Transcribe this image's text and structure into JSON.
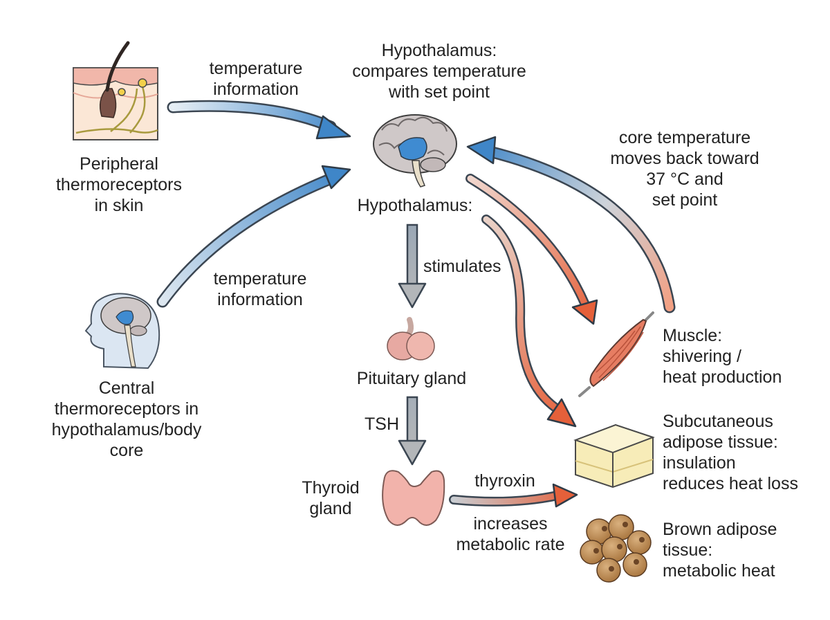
{
  "nodes": {
    "hypothalamus_top": {
      "lines": [
        "Hypothalamus:",
        "compares temperature",
        "with set point"
      ]
    },
    "hypothalamus_bottom": {
      "lines": [
        "Hypothalamus:"
      ]
    },
    "peripheral": {
      "lines": [
        "Peripheral",
        "thermoreceptors",
        "in skin"
      ]
    },
    "central": {
      "lines": [
        "Central",
        "thermoreceptors in",
        "hypothalamus/body",
        "core"
      ]
    },
    "pituitary": {
      "lines": [
        "Pituitary gland"
      ]
    },
    "thyroid": {
      "lines": [
        "Thyroid",
        "gland"
      ]
    },
    "muscle": {
      "lines": [
        "Muscle:",
        "shivering /",
        "heat production"
      ]
    },
    "subcutaneous": {
      "lines": [
        "Subcutaneous",
        "adipose tissue:",
        "insulation",
        "reduces heat loss"
      ]
    },
    "brown": {
      "lines": [
        "Brown adipose",
        "tissue:",
        "metabolic heat"
      ]
    }
  },
  "edges": {
    "skin_to_hypo": {
      "lines": [
        "temperature",
        "information"
      ]
    },
    "core_to_hypo": {
      "lines": [
        "temperature",
        "information"
      ]
    },
    "hypo_to_pituitary": {
      "lines": [
        "stimulates"
      ]
    },
    "pituitary_to_thyroid": {
      "lines": [
        "TSH"
      ]
    },
    "thyroid_to_tissue_top": {
      "lines": [
        "thyroxin"
      ]
    },
    "thyroid_to_tissue_bottom": {
      "lines": [
        "increases",
        "metabolic rate"
      ]
    },
    "feedback": {
      "lines": [
        "core temperature",
        "moves back toward",
        "37 °C and",
        "set point"
      ]
    }
  },
  "colors": {
    "input_arrow": "#3f86c8",
    "hormone_arrow": "#8f9aa3",
    "effector_arrow": "#e5603a",
    "feedback_start": "#f2a083",
    "feedback_end": "#3f86c8"
  }
}
